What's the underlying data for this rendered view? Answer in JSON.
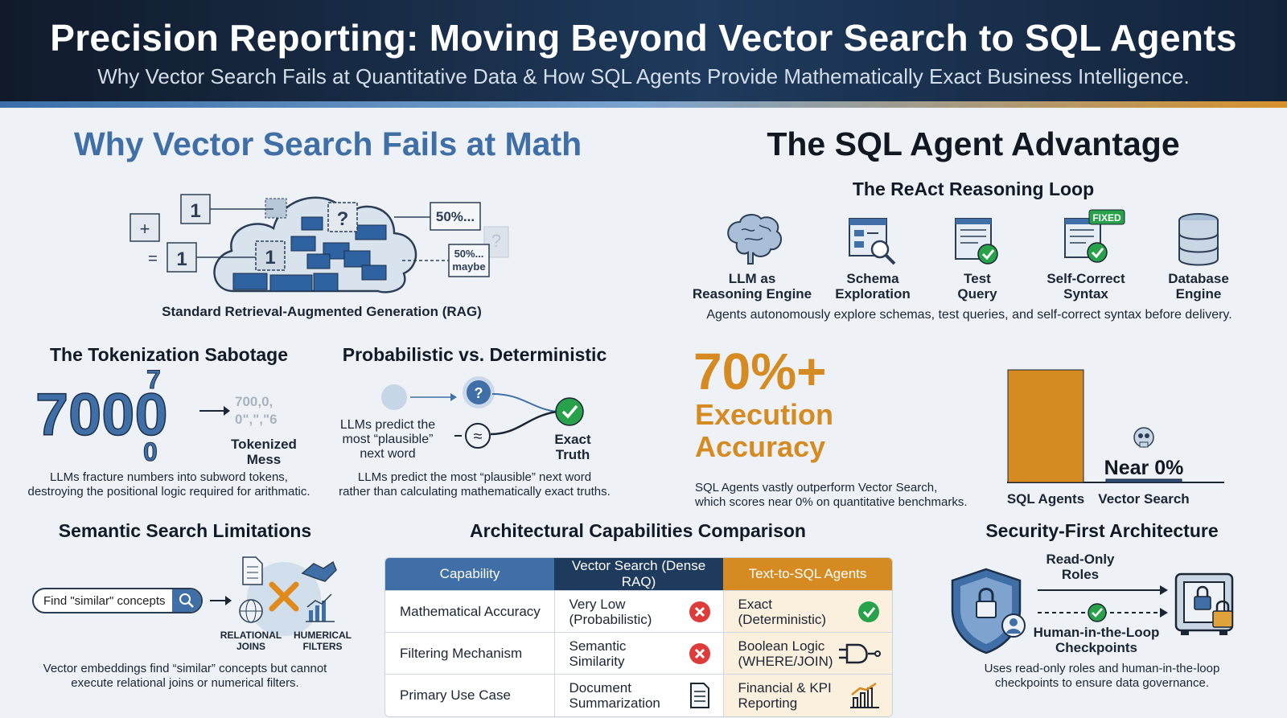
{
  "header": {
    "title": "Precision Reporting: Moving Beyond Vector Search to SQL Agents",
    "subtitle": "Why Vector Search Fails at Quantitative Data & How SQL Agents Provide Mathematically Exact Business Intelligence."
  },
  "left": {
    "heading": "Why Vector Search Fails at Math",
    "rag": {
      "caption": "Standard Retrieval-Augmented Generation (RAG)",
      "tiles": [
        "1",
        "1",
        "1",
        "?"
      ],
      "plus": "+",
      "equals": "=",
      "callout1": "50%...",
      "callout2_line1": "50%...",
      "callout2_line2": "maybe",
      "faded": "?"
    },
    "tokenization": {
      "heading": "The Tokenization Sabotage",
      "big_number": "7000",
      "frag_top": "7",
      "frag_bottom": "0",
      "mess_line1": "700,0,",
      "mess_line2": "0\",\",\"6",
      "mess_label_1": "Tokenized",
      "mess_label_2": "Mess",
      "caption_1": "LLMs fracture numbers into subword tokens,",
      "caption_2": "destroying the positional logic required for arithmatic."
    },
    "probabilistic": {
      "heading": "Probabilistic vs. Deterministic",
      "q": "?",
      "approx": "≈",
      "predict_1": "LLMs predict the",
      "predict_2": "most “plausible”",
      "predict_3": "next word",
      "truth_1": "Exact",
      "truth_2": "Truth",
      "caption_1": "LLMs predict the most “plausible” next word",
      "caption_2": "rather than calculating mathematically exact truths."
    },
    "semantic": {
      "heading": "Semantic Search Limitations",
      "search_text": "Find \"similar\" concepts",
      "relational_1": "RELATIONAL",
      "relational_2": "JOINS",
      "numerical_1": "HUMERICAL",
      "numerical_2": "FILTERS",
      "caption_1": "Vector embeddings find “similar” concepts but cannot",
      "caption_2": "execute relational joins or numerical filters."
    }
  },
  "right": {
    "heading": "The SQL Agent Advantage",
    "react": {
      "heading": "The ReAct Reasoning Loop",
      "steps": [
        {
          "line1": "LLM as",
          "line2": "Reasoning Engine",
          "icon": "brain-icon"
        },
        {
          "line1": "Schema",
          "line2": "Exploration",
          "icon": "schema-search-icon"
        },
        {
          "line1": "Test",
          "line2": "Query",
          "icon": "test-query-icon"
        },
        {
          "line1": "Self-Correct",
          "line2": "Syntax",
          "icon": "self-correct-icon"
        },
        {
          "line1": "Database",
          "line2": "Engine",
          "icon": "database-icon"
        }
      ],
      "fixed_badge": "FIXED",
      "caption": "Agents autonomously explore schemas, test queries, and self-correct syntax before delivery."
    },
    "accuracy": {
      "stat": "70%+",
      "label_1": "Execution",
      "label_2": "Accuracy",
      "caption_1": "SQL Agents vastly outperform Vector Search,",
      "caption_2": "which scores near 0% on quantitative benchmarks."
    },
    "security": {
      "heading": "Security-First Architecture",
      "read_only_1": "Read-Only",
      "read_only_2": "Roles",
      "hitl_1": "Human-in-the-Loop",
      "hitl_2": "Checkpoints",
      "caption_1": "Uses read-only roles and human-in-the-loop",
      "caption_2": "checkpoints to ensure data governance."
    }
  },
  "chart_data": {
    "type": "bar",
    "categories": [
      "SQL Agents",
      "Vector Search"
    ],
    "values": [
      70,
      2
    ],
    "value_labels": [
      "",
      "Near 0%"
    ],
    "colors": [
      "#d68a22",
      "#2e4f7a"
    ],
    "ylim": [
      0,
      75
    ]
  },
  "comparison": {
    "heading": "Architectural Capabilities Comparison",
    "columns": [
      "Capability",
      "Vector Search (Dense RAQ)",
      "Text-to-SQL Agents"
    ],
    "column_colors": [
      "#3f6fa6",
      "#1e3a5c",
      "#d68a22"
    ],
    "rows": [
      {
        "capability": "Mathematical Accuracy",
        "vector_1": "Very Low",
        "vector_2": "(Probabilistic)",
        "vector_icon": "x-circle-icon",
        "sql_1": "Exact",
        "sql_2": "(Deterministic)",
        "sql_icon": "check-circle-icon"
      },
      {
        "capability": "Filtering Mechanism",
        "vector_1": "Semantic",
        "vector_2": "Similarity",
        "vector_icon": "x-circle-icon",
        "sql_1": "Boolean Logic",
        "sql_2": "(WHERE/JOIN)",
        "sql_icon": "logic-gate-icon"
      },
      {
        "capability": "Primary Use Case",
        "vector_1": "Document",
        "vector_2": "Summarization",
        "vector_icon": "document-icon",
        "sql_1": "Financial & KPI",
        "sql_2": "Reporting",
        "sql_icon": "kpi-chart-icon"
      }
    ]
  }
}
